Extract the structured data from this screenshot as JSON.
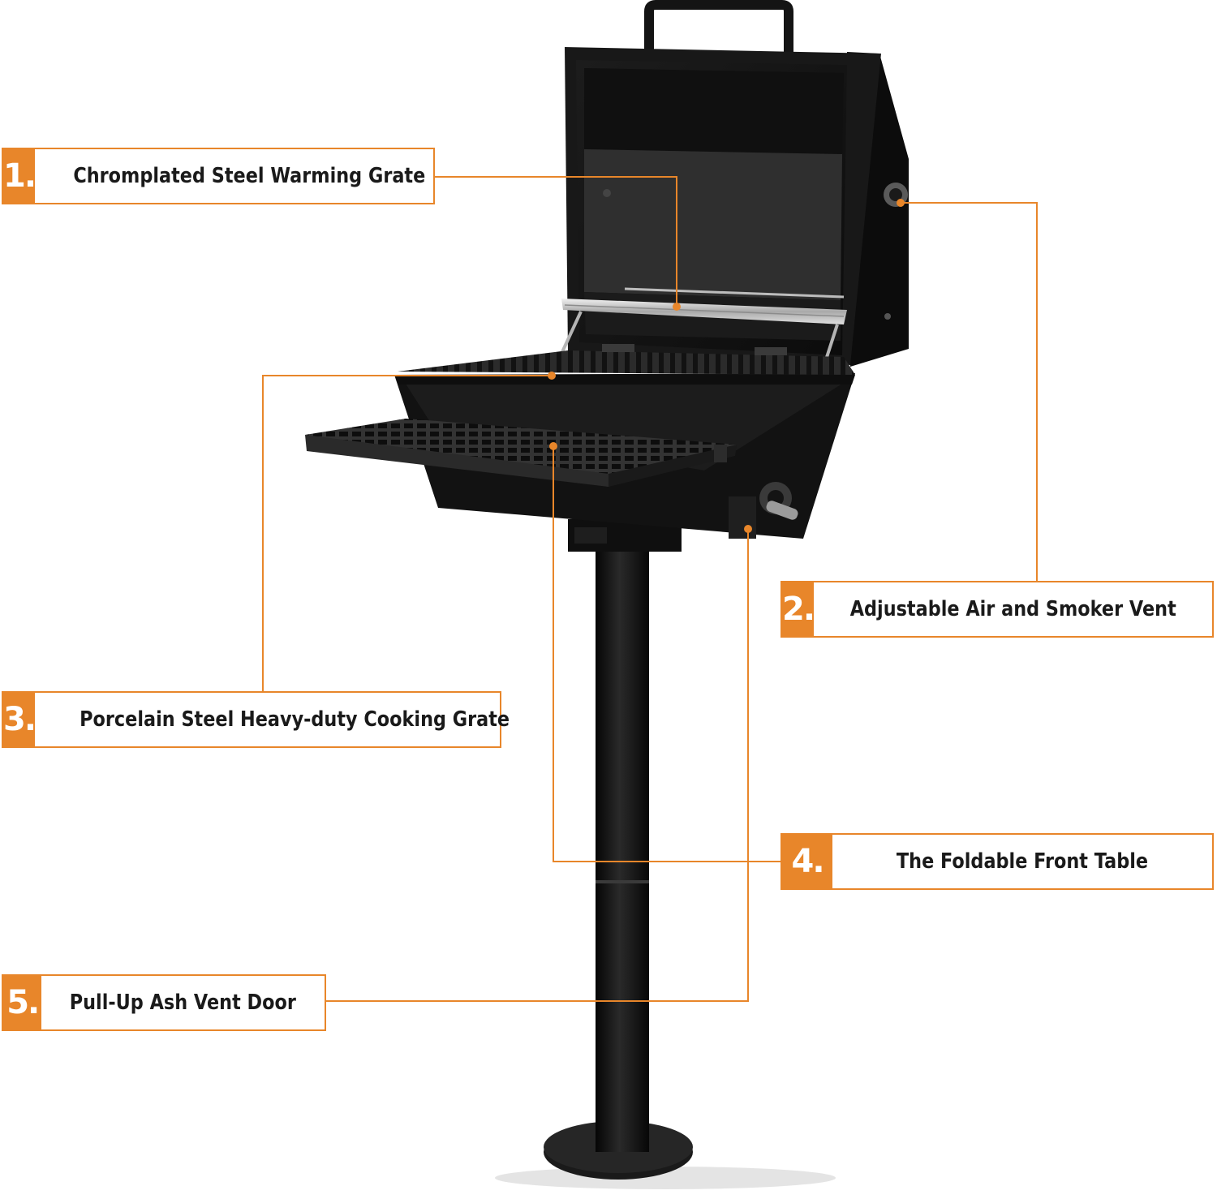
{
  "colors": {
    "accent": "#e8862a",
    "grill": "#161616",
    "chrome": "#c9c9c9",
    "text": "#1a1a1a"
  },
  "callouts": [
    {
      "number": "1.",
      "label": "Chromplated Steel Warming Grate"
    },
    {
      "number": "2.",
      "label": "Adjustable Air and Smoker Vent"
    },
    {
      "number": "3.",
      "label": "Porcelain Steel Heavy-duty Cooking Grate"
    },
    {
      "number": "4.",
      "label": "The Foldable Front Table"
    },
    {
      "number": "5.",
      "label": "Pull-Up Ash Vent Door"
    }
  ]
}
